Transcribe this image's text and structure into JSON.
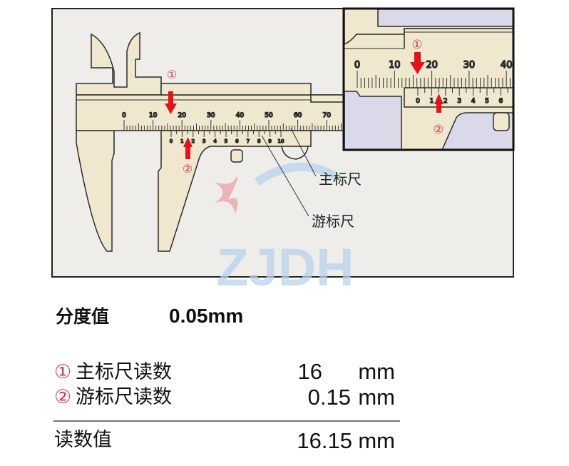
{
  "diagram": {
    "main_scale_labels": [
      "0",
      "10",
      "20",
      "30",
      "40",
      "50",
      "60",
      "70"
    ],
    "vernier_labels": [
      "0",
      "1",
      "2",
      "3",
      "4",
      "5",
      "6",
      "7",
      "8",
      "9",
      "10"
    ],
    "inset_main_labels": [
      "0",
      "10",
      "20",
      "30",
      "40"
    ],
    "inset_vernier_labels": [
      "0",
      "1",
      "2",
      "3",
      "4",
      "5",
      "6"
    ],
    "marker1": "①",
    "marker2": "②",
    "label_main_scale": "主标尺",
    "label_vernier_scale": "游标尺",
    "watermark": "ZJDH",
    "colors": {
      "arrow": "#e3131c",
      "marker": "#d93a4e",
      "body": "#efe8cf",
      "background": "#efedea",
      "shadow": "#d9d9ea",
      "watermark": "#b9d3ec"
    }
  },
  "readings": {
    "resolution_label": "分度值",
    "resolution_value": "0.05mm",
    "rows": [
      {
        "marker": "①",
        "label": "主标尺读数",
        "value": "16",
        "unit": "mm"
      },
      {
        "marker": "②",
        "label": "游标尺读数",
        "value": "0.15",
        "unit": "mm"
      }
    ],
    "total_label": "读数值",
    "total_value": "16.15",
    "total_unit": "mm"
  }
}
